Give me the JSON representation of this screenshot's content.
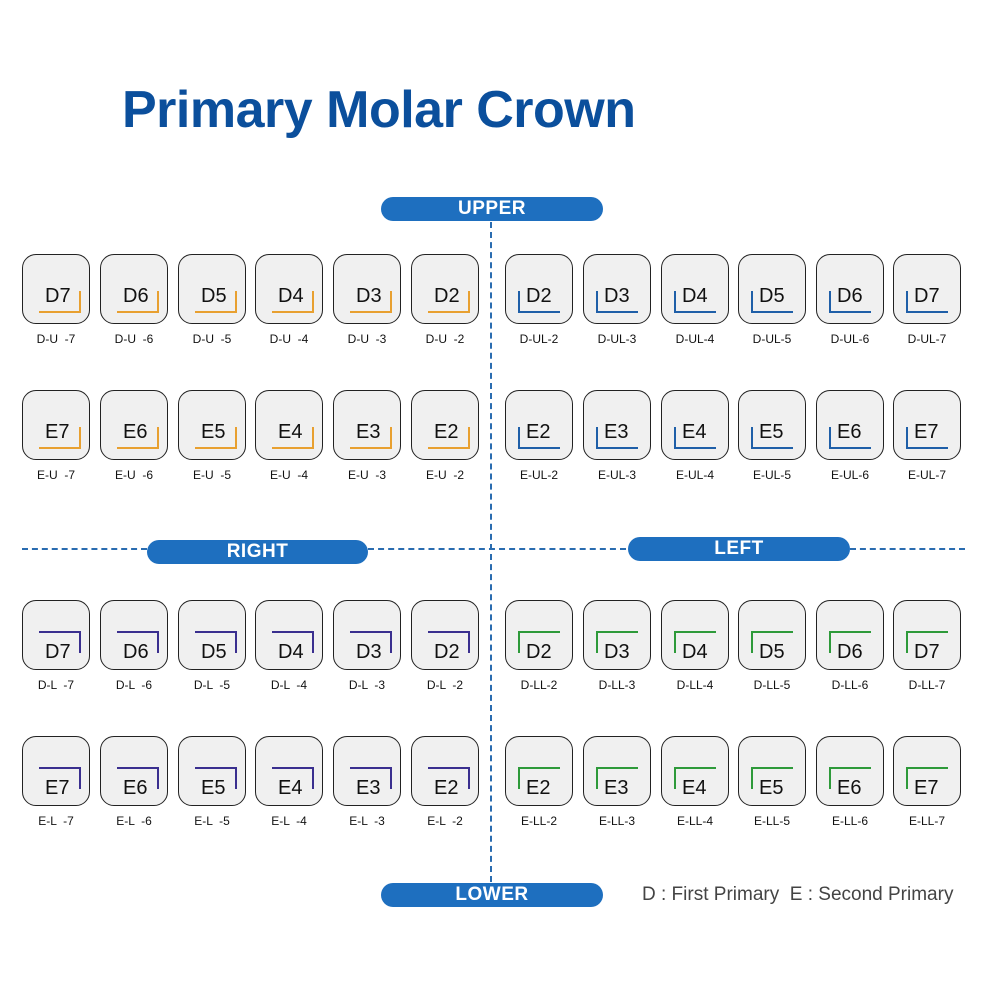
{
  "title": "Primary Molar Crown",
  "labels": {
    "upper": "UPPER",
    "lower": "LOWER",
    "right": "RIGHT",
    "left": "LEFT"
  },
  "legend": "D : First Primary  E : Second Primary",
  "colors": {
    "title": "#0b4f9c",
    "pill": "#1e6fbf",
    "upper_right": "#e8a030",
    "upper_left": "#1f5fa8",
    "lower_right": "#3a2f8f",
    "lower_left": "#2e9a3a"
  },
  "quadrants": {
    "upper_right": {
      "D": [
        {
          "label": "D7",
          "code": "D-U  -7"
        },
        {
          "label": "D6",
          "code": "D-U  -6"
        },
        {
          "label": "D5",
          "code": "D-U  -5"
        },
        {
          "label": "D4",
          "code": "D-U  -4"
        },
        {
          "label": "D3",
          "code": "D-U  -3"
        },
        {
          "label": "D2",
          "code": "D-U  -2"
        }
      ],
      "E": [
        {
          "label": "E7",
          "code": "E-U  -7"
        },
        {
          "label": "E6",
          "code": "E-U  -6"
        },
        {
          "label": "E5",
          "code": "E-U  -5"
        },
        {
          "label": "E4",
          "code": "E-U  -4"
        },
        {
          "label": "E3",
          "code": "E-U  -3"
        },
        {
          "label": "E2",
          "code": "E-U  -2"
        }
      ]
    },
    "upper_left": {
      "D": [
        {
          "label": "D2",
          "code": "D-UL-2"
        },
        {
          "label": "D3",
          "code": "D-UL-3"
        },
        {
          "label": "D4",
          "code": "D-UL-4"
        },
        {
          "label": "D5",
          "code": "D-UL-5"
        },
        {
          "label": "D6",
          "code": "D-UL-6"
        },
        {
          "label": "D7",
          "code": "D-UL-7"
        }
      ],
      "E": [
        {
          "label": "E2",
          "code": "E-UL-2"
        },
        {
          "label": "E3",
          "code": "E-UL-3"
        },
        {
          "label": "E4",
          "code": "E-UL-4"
        },
        {
          "label": "E5",
          "code": "E-UL-5"
        },
        {
          "label": "E6",
          "code": "E-UL-6"
        },
        {
          "label": "E7",
          "code": "E-UL-7"
        }
      ]
    },
    "lower_right": {
      "D": [
        {
          "label": "D7",
          "code": "D-L  -7"
        },
        {
          "label": "D6",
          "code": "D-L  -6"
        },
        {
          "label": "D5",
          "code": "D-L  -5"
        },
        {
          "label": "D4",
          "code": "D-L  -4"
        },
        {
          "label": "D3",
          "code": "D-L  -3"
        },
        {
          "label": "D2",
          "code": "D-L  -2"
        }
      ],
      "E": [
        {
          "label": "E7",
          "code": "E-L  -7"
        },
        {
          "label": "E6",
          "code": "E-L  -6"
        },
        {
          "label": "E5",
          "code": "E-L  -5"
        },
        {
          "label": "E4",
          "code": "E-L  -4"
        },
        {
          "label": "E3",
          "code": "E-L  -3"
        },
        {
          "label": "E2",
          "code": "E-L  -2"
        }
      ]
    },
    "lower_left": {
      "D": [
        {
          "label": "D2",
          "code": "D-LL-2"
        },
        {
          "label": "D3",
          "code": "D-LL-3"
        },
        {
          "label": "D4",
          "code": "D-LL-4"
        },
        {
          "label": "D5",
          "code": "D-LL-5"
        },
        {
          "label": "D6",
          "code": "D-LL-6"
        },
        {
          "label": "D7",
          "code": "D-LL-7"
        }
      ],
      "E": [
        {
          "label": "E2",
          "code": "E-LL-2"
        },
        {
          "label": "E3",
          "code": "E-LL-3"
        },
        {
          "label": "E4",
          "code": "E-LL-4"
        },
        {
          "label": "E5",
          "code": "E-LL-5"
        },
        {
          "label": "E6",
          "code": "E-LL-6"
        },
        {
          "label": "E7",
          "code": "E-LL-7"
        }
      ]
    }
  }
}
